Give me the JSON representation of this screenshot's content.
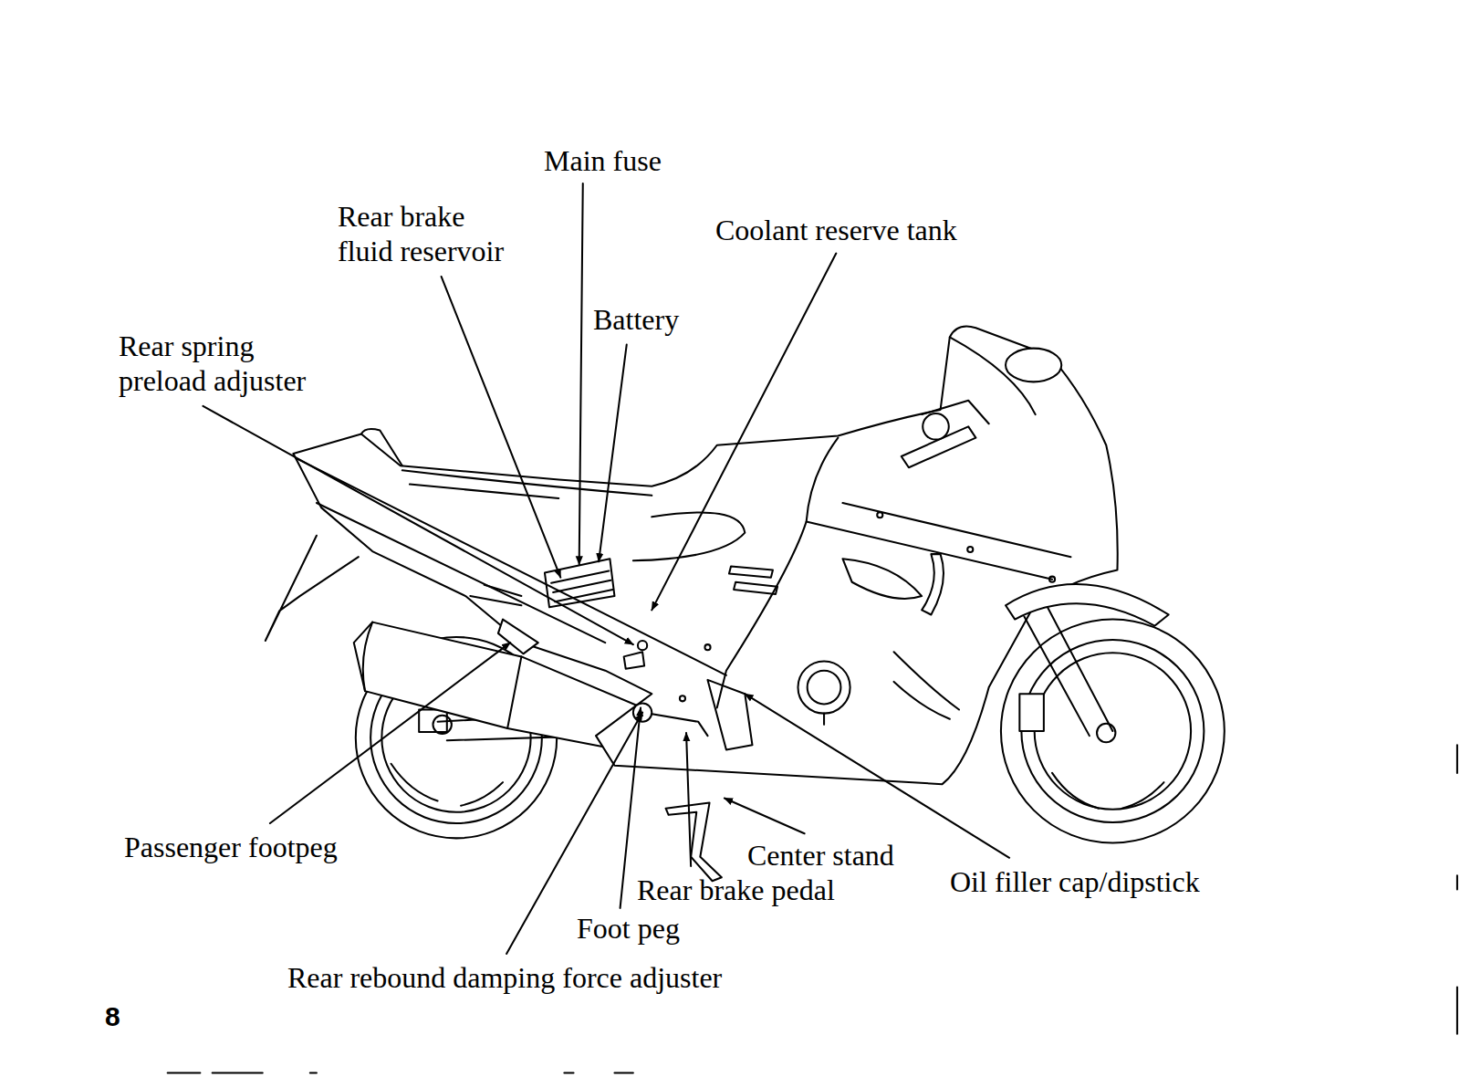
{
  "diagram": {
    "labels": [
      "Main fuse",
      "Rear brake fluid reservoir",
      "Coolant reserve tank",
      "Battery",
      "Rear spring preload adjuster",
      "Passenger footpeg",
      "Center stand",
      "Rear brake pedal",
      "Oil filler cap/dipstick",
      "Foot peg",
      "Rear rebound damping force adjuster",
      "8"
    ]
  }
}
